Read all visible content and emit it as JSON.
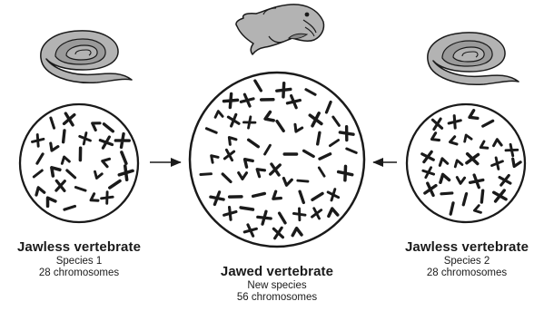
{
  "panels": [
    {
      "id": "left",
      "animal": "jawless-vertebrate-eel-icon",
      "title": "Jawless vertebrate",
      "species": "Species 1",
      "chromosomes": "28 chromosomes",
      "chromosome_count": 28
    },
    {
      "id": "center",
      "animal": "jawed-vertebrate-fish-icon",
      "title": "Jawed vertebrate",
      "species": "New species",
      "chromosomes": "56 chromosomes",
      "chromosome_count": 56
    },
    {
      "id": "right",
      "animal": "jawless-vertebrate-eel-icon",
      "title": "Jawless vertebrate",
      "species": "Species 2",
      "chromosomes": "28 chromosomes",
      "chromosome_count": 28
    }
  ],
  "colors": {
    "ink": "#1a1a1a",
    "animal_fill": "#b3b3b3",
    "animal_shade": "#8a8a8a",
    "cell_fill": "#ffffff"
  }
}
